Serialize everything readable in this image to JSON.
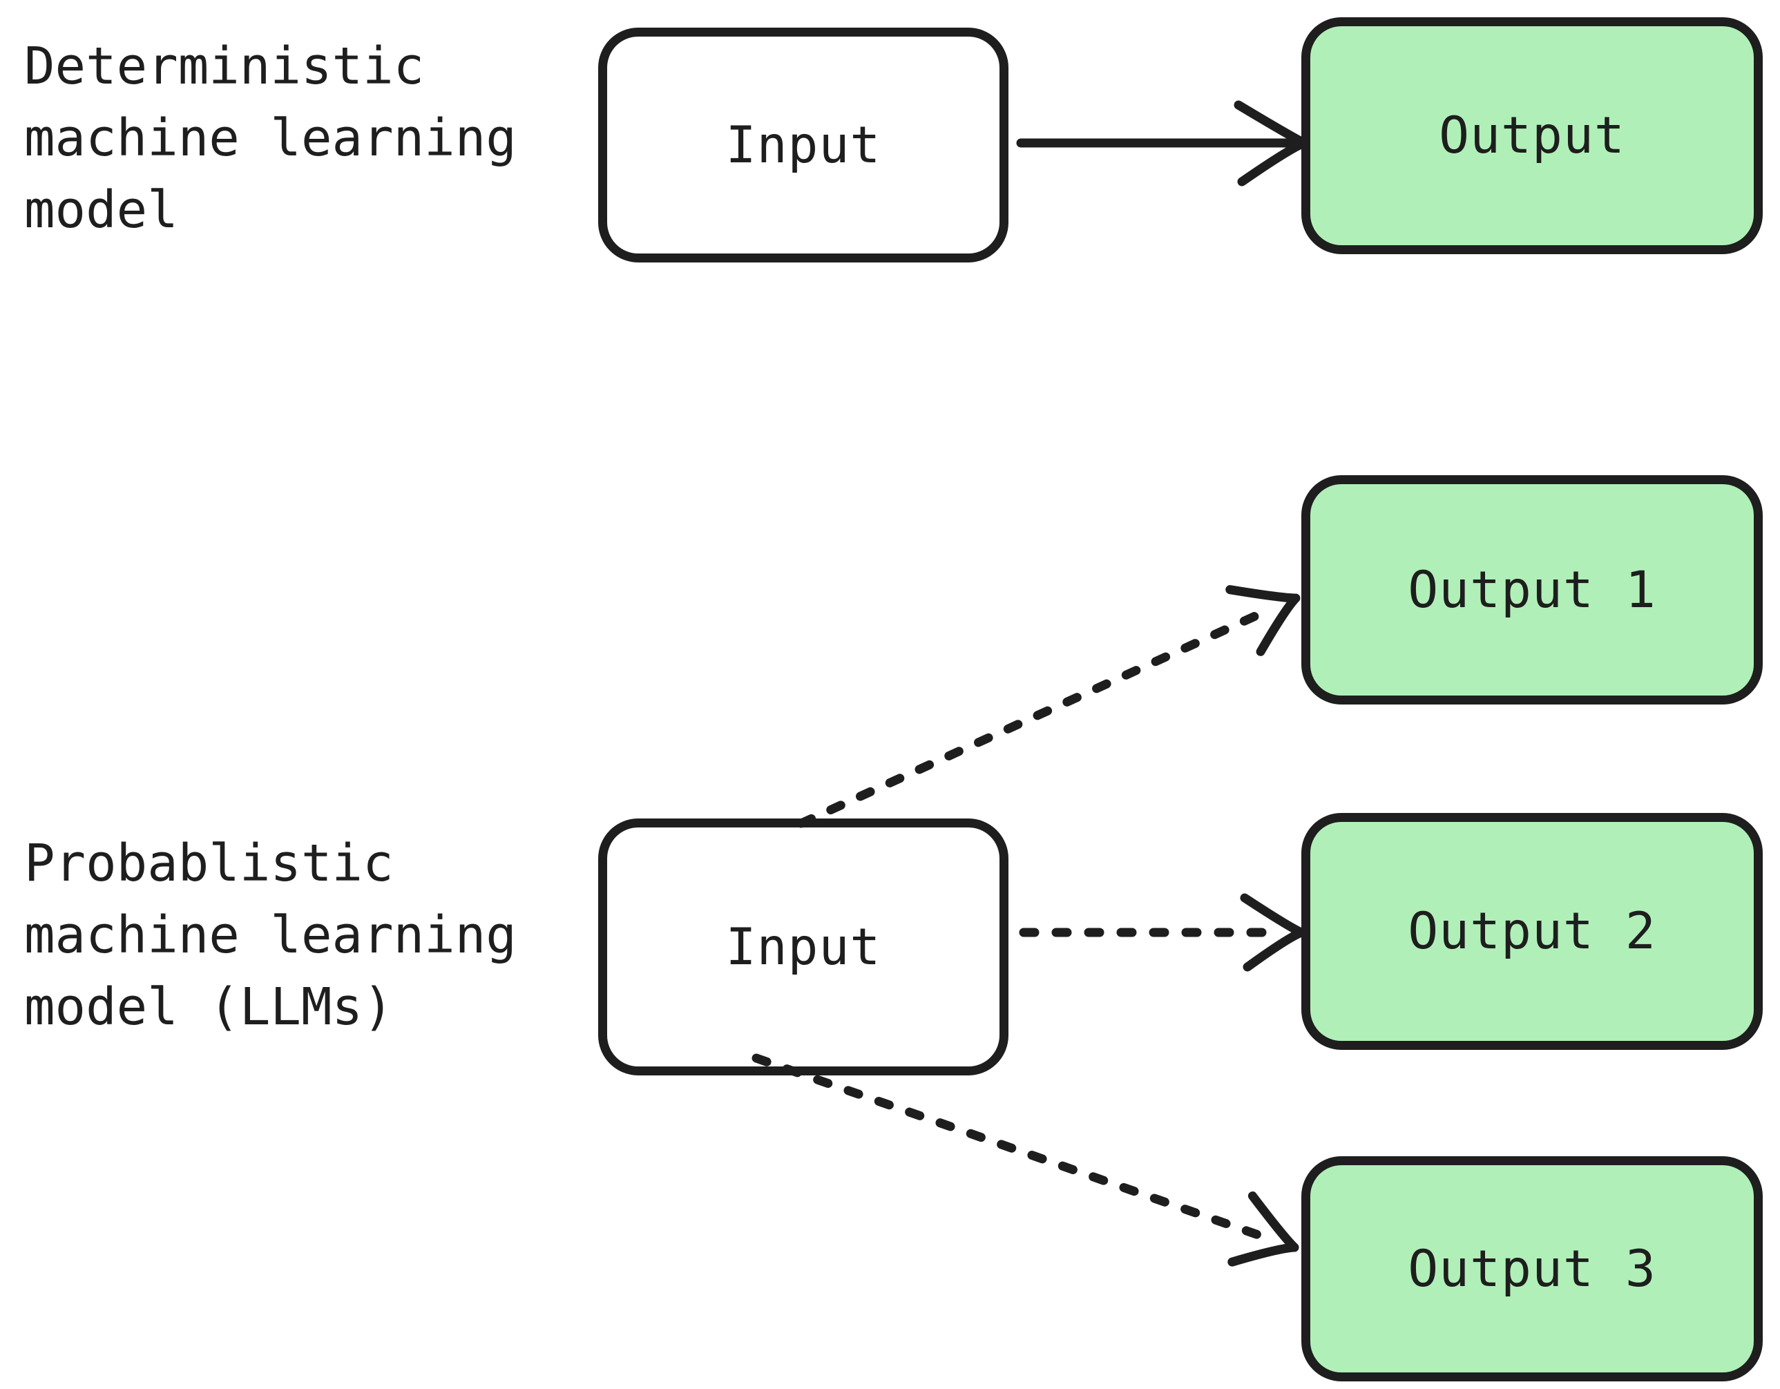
{
  "colors": {
    "canvas_background": "#ffffff",
    "stroke": "#1e1e1e",
    "input_box_fill": "#ffffff",
    "output_box_fill": "#b0f0b8"
  },
  "rows": [
    {
      "label": "Deterministic\nmachine learning\nmodel",
      "input_label": "Input",
      "outputs": [
        "Output"
      ],
      "arrow_style": "solid"
    },
    {
      "label": "Probablistic\nmachine learning\nmodel (LLMs)",
      "input_label": "Input",
      "outputs": [
        "Output 1",
        "Output 2",
        "Output 3"
      ],
      "arrow_style": "dashed"
    }
  ]
}
